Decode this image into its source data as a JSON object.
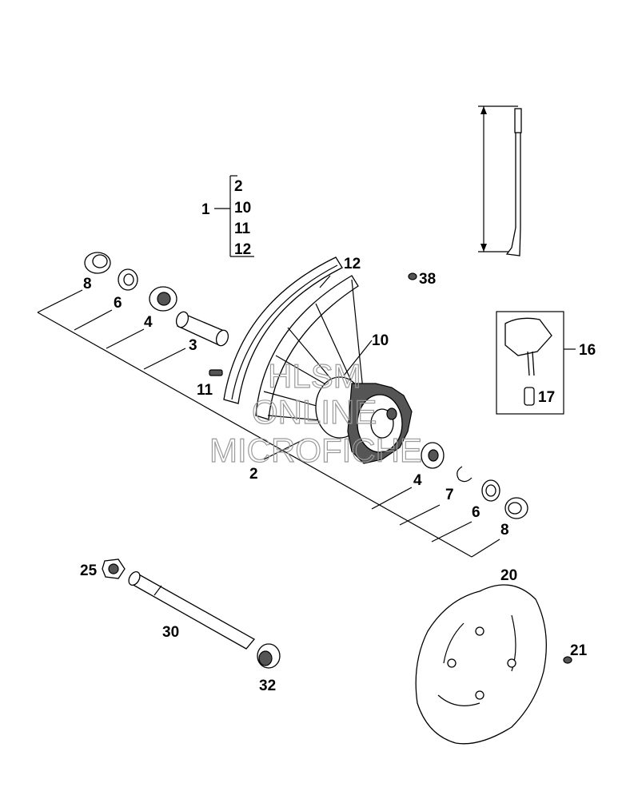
{
  "group": {
    "main": "1",
    "items": [
      "2",
      "10",
      "11",
      "12"
    ]
  },
  "labels": {
    "p8a": "8",
    "p6a": "6",
    "p4a": "4",
    "p3": "3",
    "p11": "11",
    "p12": "12",
    "p10": "10",
    "p38": "38",
    "p2": "2",
    "p4b": "4",
    "p7": "7",
    "p6b": "6",
    "p8b": "8",
    "p16": "16",
    "p17": "17",
    "p25": "25",
    "p30": "30",
    "p32": "32",
    "p20": "20",
    "p21": "21"
  },
  "watermark": [
    "HLSM",
    "ONLINE",
    "MICROFICHE"
  ]
}
